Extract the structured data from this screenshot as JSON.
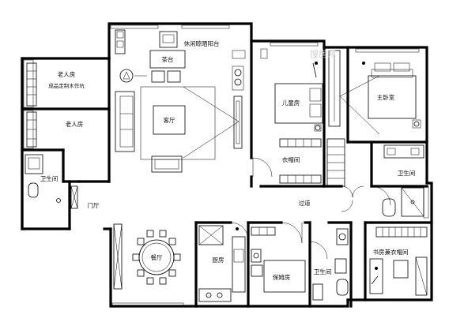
{
  "rooms": {
    "elderly_room_top": "老人房",
    "elderly_room_top_note": "成品定制木作坑",
    "elderly_room": "老人房",
    "bathroom_left": "卫生间",
    "leisure_balcony": "休闲晾晒阳台",
    "tea_table": "茶台",
    "living_room": "客厅",
    "kids_room": "儿童房",
    "cloakroom": "衣帽间",
    "master_bedroom": "主卧室",
    "bathroom_right": "卫生间",
    "entrance": "门厅",
    "hallway": "过道",
    "dining_room": "餐厅",
    "kitchen": "厨房",
    "nanny_room": "保姆房",
    "bathroom_small": "卫生间",
    "study_cloakroom": "书房兼衣帽间"
  },
  "watermark": "搜房网"
}
